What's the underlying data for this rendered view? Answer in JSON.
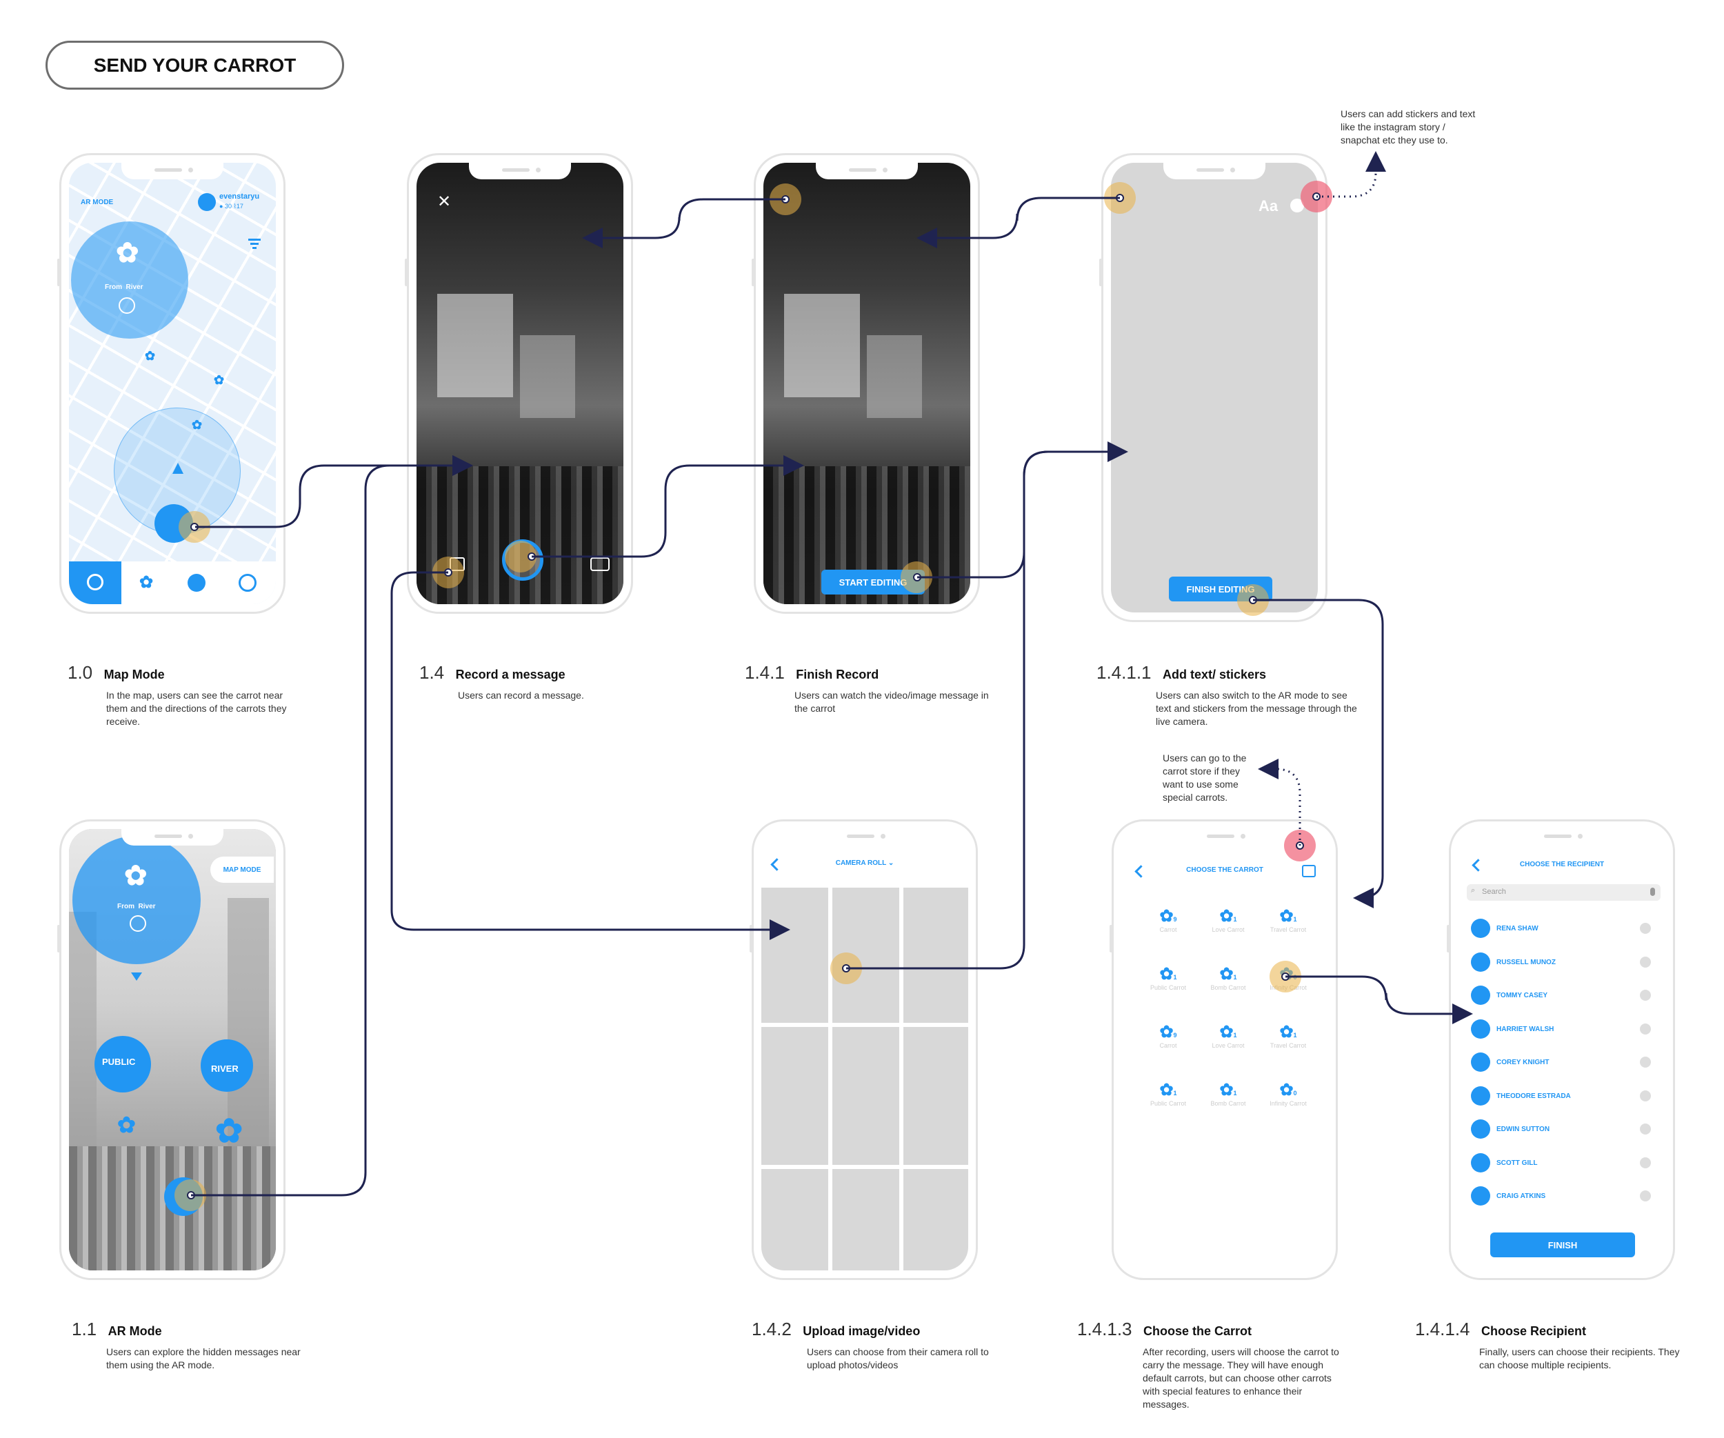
{
  "page_title": "SEND YOUR CARROT",
  "screens": {
    "map_mode": {
      "number": "1.0",
      "heading": "Map Mode",
      "description": "In the map, users can see the carrot near them and the directions of the carrots they receive.",
      "mode_label": "AR MODE",
      "username": "evenstaryu",
      "stat_1": "30",
      "stat_2": "17",
      "zone_label": "From  River",
      "tabs": [
        "compass-icon",
        "carrot-icon",
        "globe-icon",
        "profile-icon"
      ]
    },
    "ar_mode": {
      "number": "1.1",
      "heading": "AR Mode",
      "description": "Users can explore the hidden messages near them using the AR mode.",
      "mode_button": "MAP MODE",
      "zone_label": "From  River",
      "public_label": "PUBLIC",
      "river_label": "RIVER"
    },
    "record": {
      "number": "1.4",
      "heading": "Record a message",
      "description": "Users can record a message.",
      "close": "✕"
    },
    "finish_record": {
      "number": "1.4.1",
      "heading": "Finish Record",
      "description": "Users can watch the video/image message in the carrot",
      "button": "START EDITING"
    },
    "add_text": {
      "number": "1.4.1.1",
      "heading": "Add text/ stickers",
      "description": "Users can also switch to the AR mode to see text and stickers from the message through the live camera.",
      "text_tool": "Aa",
      "button": "FINISH EDITING",
      "note": "Users can add stickers and text like the instagram story / snapchat etc they use to."
    },
    "upload": {
      "number": "1.4.2",
      "heading": "Upload image/video",
      "description": "Users can choose from their camera roll to upload photos/videos",
      "header": "CAMERA ROLL"
    },
    "choose_carrot": {
      "number": "1.4.1.3",
      "heading": "Choose the Carrot",
      "description": "After recording, users will choose the carrot to carry the message. They will have enough default carrots, but can choose other carrots with special features to enhance their messages.",
      "header": "CHOOSE THE CARROT",
      "note": "Users can go to the carrot store if they want to use some special carrots.",
      "items": [
        {
          "name": "Carrot",
          "count": "9"
        },
        {
          "name": "Love Carrot",
          "count": "1"
        },
        {
          "name": "Travel Carrot",
          "count": "1"
        },
        {
          "name": "Public Carrot",
          "count": "1"
        },
        {
          "name": "Bomb Carrot",
          "count": "1"
        },
        {
          "name": "Infinity Carrot",
          "count": "0"
        },
        {
          "name": "Carrot",
          "count": "9"
        },
        {
          "name": "Love Carrot",
          "count": "1"
        },
        {
          "name": "Travel Carrot",
          "count": "1"
        },
        {
          "name": "Public Carrot",
          "count": "1"
        },
        {
          "name": "Bomb Carrot",
          "count": "1"
        },
        {
          "name": "Infinity Carrot",
          "count": "0"
        }
      ]
    },
    "choose_recipient": {
      "number": "1.4.1.4",
      "heading": "Choose Recipient",
      "description": "Finally, users can choose their recipients. They can choose multiple recipients.",
      "header": "CHOOSE THE RECIPIENT",
      "search_placeholder": "Search",
      "recipients": [
        "RENA SHAW",
        "RUSSELL MUNOZ",
        "TOMMY CASEY",
        "HARRIET WALSH",
        "COREY KNIGHT",
        "THEODORE ESTRADA",
        "EDWIN SUTTON",
        "SCOTT GILL",
        "CRAIG ATKINS"
      ],
      "button": "FINISH"
    }
  },
  "colors": {
    "accent": "#2196f3",
    "connector": "#1f2350",
    "hotspot": "#e9b348",
    "hotspot_alt": "#f06278"
  }
}
